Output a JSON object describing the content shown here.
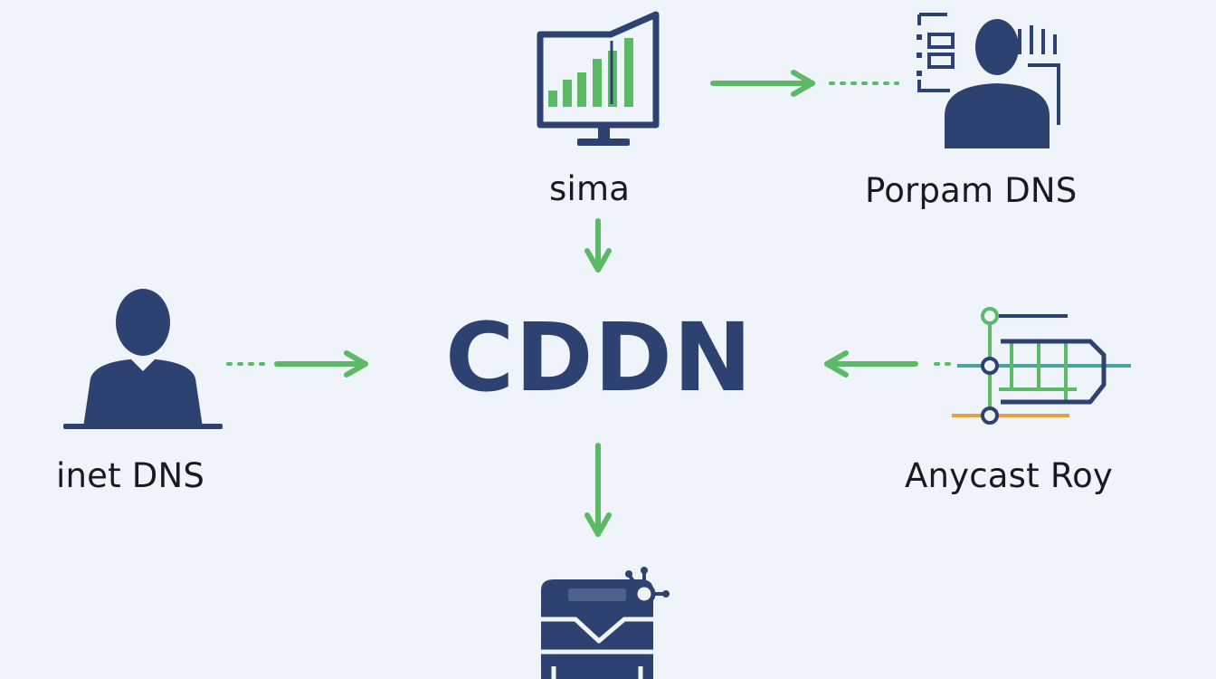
{
  "colors": {
    "background": "#eff3fa",
    "navy": "#2d4271",
    "green": "#5cba67",
    "teal": "#4aa3a0",
    "orange": "#e2a23f",
    "label": "#141a26"
  },
  "center": {
    "title": "CDDN"
  },
  "nodes": {
    "top": {
      "label": "sima",
      "icon": "monitor-chart-icon"
    },
    "top_right": {
      "label": "Porpam DNS",
      "icon": "person-dashboard-icon"
    },
    "left": {
      "label": "inet DNS",
      "icon": "user-at-desk-icon"
    },
    "right": {
      "label": "Anycast Roy",
      "icon": "network-map-icon"
    },
    "bottom": {
      "label": "",
      "icon": "server-device-icon"
    }
  }
}
